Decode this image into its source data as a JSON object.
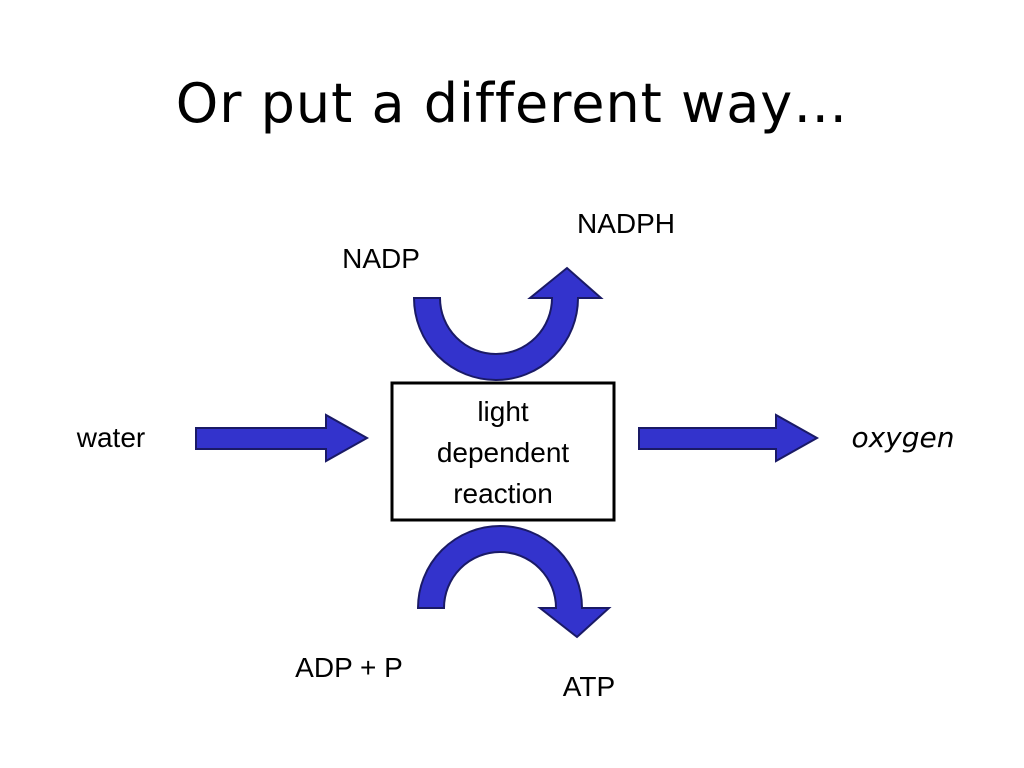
{
  "title": "Or put a different way…",
  "colors": {
    "arrow_fill": "#3333CC",
    "arrow_stroke": "#1A1A66",
    "box_stroke": "#000000",
    "text": "#000000"
  },
  "process": {
    "lines": [
      "light",
      "dependent",
      "reaction"
    ]
  },
  "inputs": {
    "left": "water",
    "top": "NADP",
    "bottom": "ADP + P"
  },
  "outputs": {
    "right": "oxygen",
    "top": "NADPH",
    "bottom": "ATP"
  }
}
